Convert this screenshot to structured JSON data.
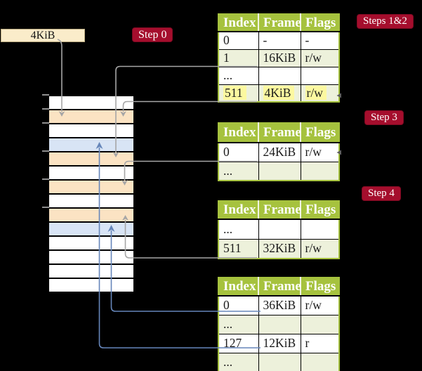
{
  "colors": {
    "background": "#000000",
    "table_header_olive": "#a6c23e",
    "row_shade_green": "#edf1db",
    "frame_peach": "#fbe3c3",
    "frame_blue": "#d8e4f5",
    "label_cream": "#faecca",
    "badge_crimson": "#a50e2d",
    "highlight_yellow": "#fcf8a0",
    "gray_arrow": "#a6a6a6",
    "blue_arrow": "#6686ba"
  },
  "size_box": {
    "label": "4KiB"
  },
  "badges": {
    "step0": "Step 0",
    "steps12": "Steps 1&2",
    "step3": "Step 3",
    "step4": "Step 4"
  },
  "memory_stack": {
    "rows": [
      "white",
      "peach",
      "white",
      "blue",
      "peach",
      "white",
      "peach",
      "white",
      "peach",
      "blue",
      "white",
      "white",
      "white",
      "white"
    ]
  },
  "tables": [
    {
      "id": "page-table-1",
      "header": [
        "Index",
        "Frame",
        "Flags"
      ],
      "rows": [
        {
          "cells": [
            "0",
            "-",
            "-"
          ],
          "shaded": false,
          "highlighted": false
        },
        {
          "cells": [
            "1",
            "16KiB",
            "r/w"
          ],
          "shaded": true,
          "highlighted": false
        },
        {
          "cells": [
            "...",
            "",
            ""
          ],
          "shaded": false,
          "highlighted": false
        },
        {
          "cells": [
            "511",
            "4KiB",
            "r/w"
          ],
          "shaded": true,
          "highlighted": true
        }
      ]
    },
    {
      "id": "page-table-2",
      "header": [
        "Index",
        "Frame",
        "Flags"
      ],
      "rows": [
        {
          "cells": [
            "0",
            "24KiB",
            "r/w"
          ],
          "shaded": false,
          "highlighted": false
        },
        {
          "cells": [
            "...",
            "",
            ""
          ],
          "shaded": true,
          "highlighted": false
        }
      ]
    },
    {
      "id": "page-table-3",
      "header": [
        "Index",
        "Frame",
        "Flags"
      ],
      "rows": [
        {
          "cells": [
            "...",
            "",
            ""
          ],
          "shaded": false,
          "highlighted": false
        },
        {
          "cells": [
            "511",
            "32KiB",
            "r/w"
          ],
          "shaded": true,
          "highlighted": false
        }
      ]
    },
    {
      "id": "page-table-4",
      "header": [
        "Index",
        "Frame",
        "Flags"
      ],
      "rows": [
        {
          "cells": [
            "0",
            "36KiB",
            "r/w"
          ],
          "shaded": false,
          "highlighted": false
        },
        {
          "cells": [
            "...",
            "",
            ""
          ],
          "shaded": true,
          "highlighted": false
        },
        {
          "cells": [
            "127",
            "12KiB",
            "r"
          ],
          "shaded": false,
          "highlighted": false
        },
        {
          "cells": [
            "...",
            "",
            ""
          ],
          "shaded": true,
          "highlighted": false
        }
      ]
    }
  ]
}
